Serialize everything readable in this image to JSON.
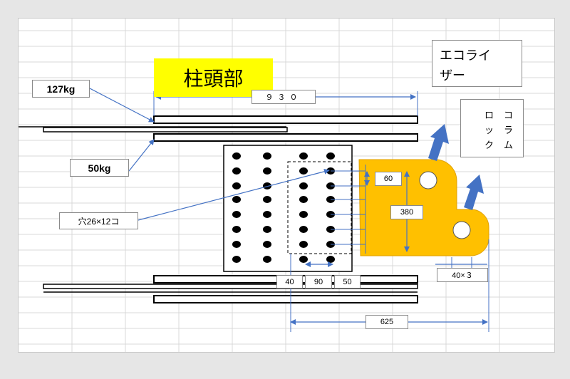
{
  "title": "柱頭部",
  "weights": {
    "upper": "127kg",
    "lower": "50kg"
  },
  "holes_label": "穴26×12コ",
  "dimensions": {
    "top_width": "９３０",
    "plate_height": "60",
    "plate_span": "380",
    "spacing_a": "40",
    "spacing_b": "90",
    "spacing_c": "50",
    "pitch": "40×３",
    "bottom_width": "625"
  },
  "economizer_label": {
    "line1": "エコライ",
    "line2": "ザー"
  },
  "column_lock_label": {
    "col1": [
      "ロ",
      "ッ",
      "ク"
    ],
    "col2": [
      "コ",
      "ラ",
      "ム"
    ]
  },
  "colors": {
    "plate": "#ffc000",
    "arrow": "#4472c4",
    "highlight": "#ffff00"
  }
}
